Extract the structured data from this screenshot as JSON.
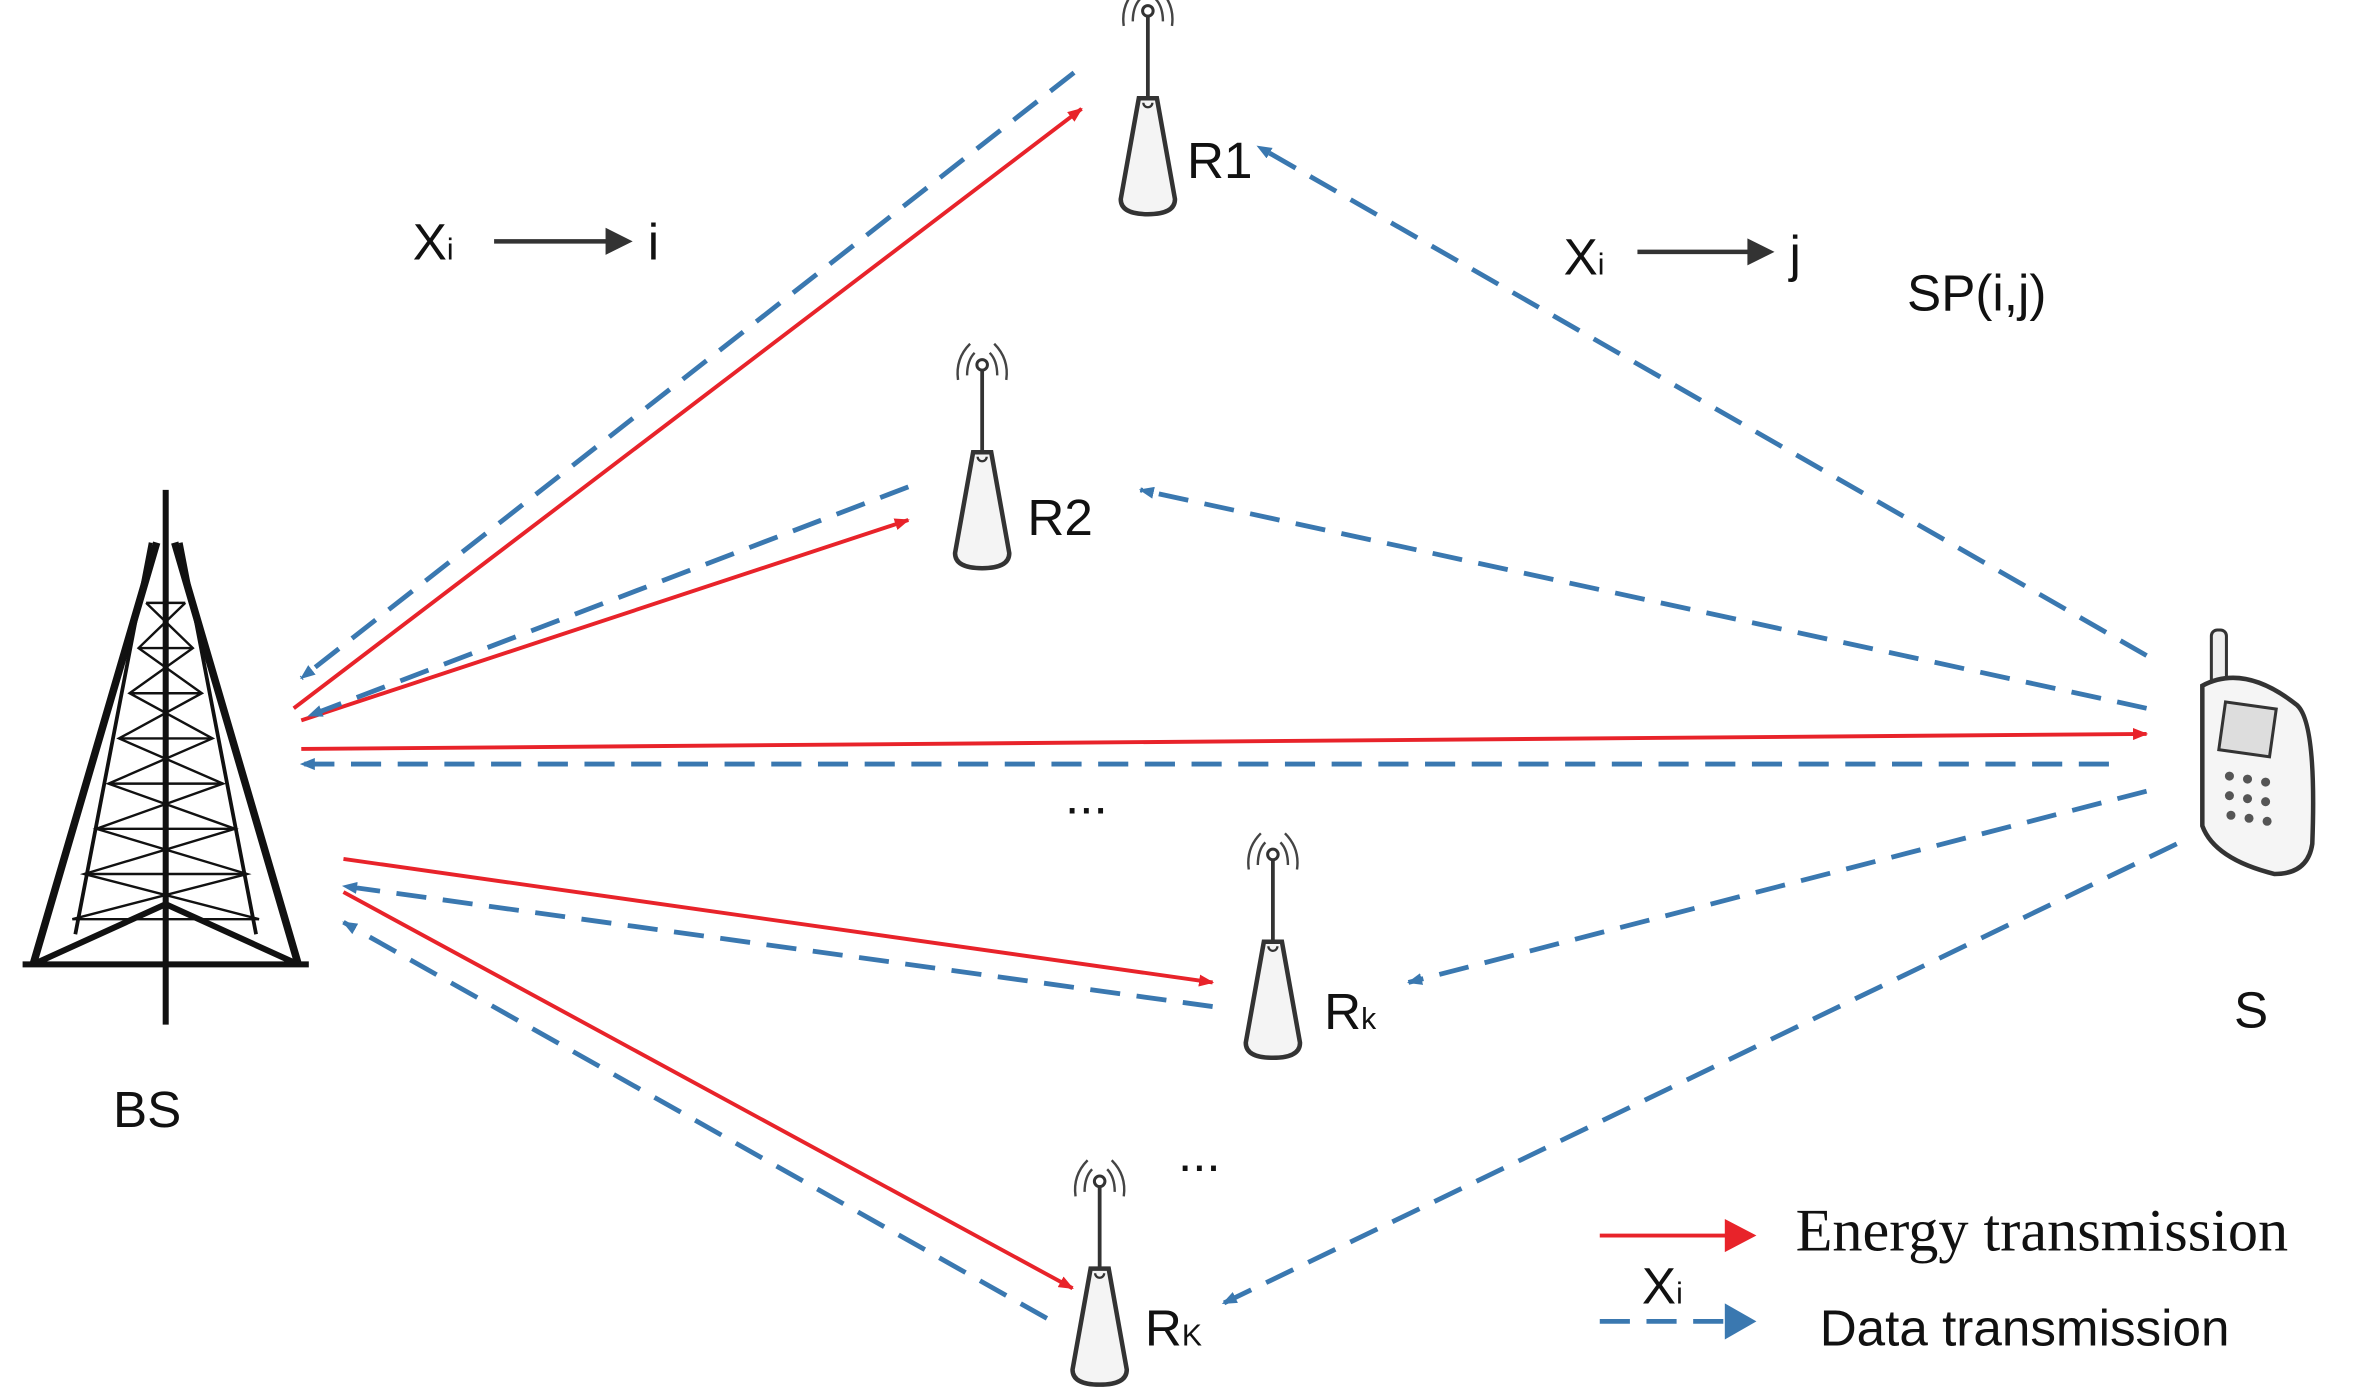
{
  "colors": {
    "energy": "#e8232a",
    "data": "#3a78b0"
  },
  "nodes": {
    "bs": "BS",
    "r1": "R1",
    "r2": "R2",
    "rk_base": "R",
    "rk_sub": "k",
    "rK_base": "R",
    "rK_sub": "K",
    "s": "S"
  },
  "annotations": {
    "xi_base": "X",
    "xi_sub": "i",
    "to_i": "i",
    "to_j": "j",
    "sp": "SP(i,j)",
    "ellipsis": "..."
  },
  "legend": {
    "energy": "Energy transmission",
    "data": "Data transmission",
    "xi_base": "X",
    "xi_sub": "i"
  }
}
